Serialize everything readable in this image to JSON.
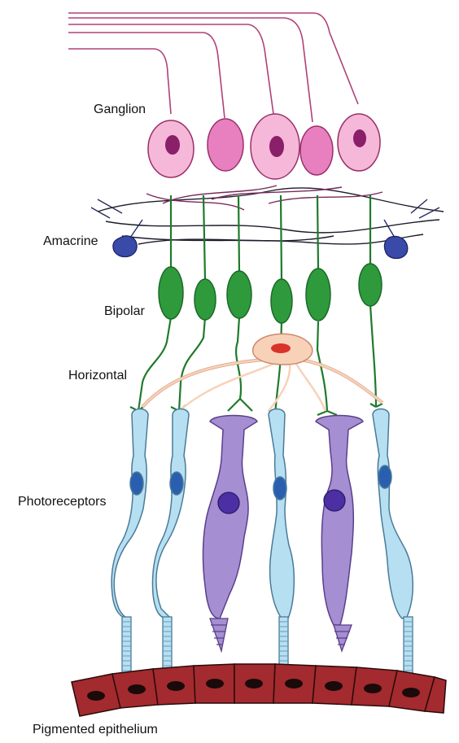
{
  "labels": {
    "ganglion": "Ganglion",
    "amacrine": "Amacrine",
    "bipolar": "Bipolar",
    "horizontal": "Horizontal",
    "photoreceptors": "Photoreceptors",
    "pigmented_epithelium": "Pigmented epithelium"
  },
  "colors": {
    "ganglion_light": "#f6b8d8",
    "ganglion_dark": "#e880bf",
    "ganglion_nucleus": "#8a1f6a",
    "amacrine": "#3a4aa8",
    "bipolar": "#2f9a3c",
    "horizontal": "#f8d2b8",
    "rod": "#b6e0f2",
    "cone": "#a58ed2",
    "rod_nucleus": "#2a5fb0",
    "cone_nucleus": "#4b2fa3",
    "epithelium": "#a32a2e",
    "epithelium_nucleus": "#1a0a0a"
  }
}
